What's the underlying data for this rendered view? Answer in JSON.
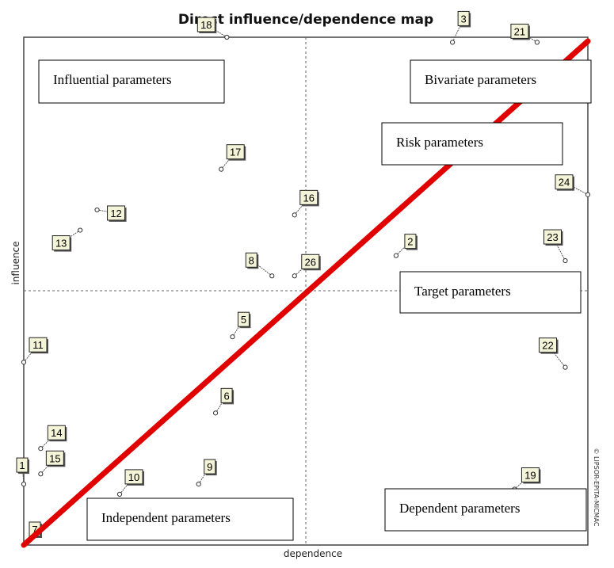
{
  "chart_data": {
    "type": "scatter",
    "title": "Direct influence/dependence map",
    "xlabel": "dependence",
    "ylabel": "influence",
    "credit": "© LIPSOR-EPITA-MICMAC",
    "grid": false,
    "line_color": "#e00000",
    "points": [
      {
        "label": "1",
        "x": 0.0,
        "y": 0.12
      },
      {
        "label": "2",
        "x": 0.66,
        "y": 0.57
      },
      {
        "label": "3",
        "x": 0.76,
        "y": 0.99
      },
      {
        "label": "5",
        "x": 0.37,
        "y": 0.41
      },
      {
        "label": "6",
        "x": 0.34,
        "y": 0.26
      },
      {
        "label": "7",
        "x": 0.0,
        "y": 0.0
      },
      {
        "label": "8",
        "x": 0.44,
        "y": 0.53
      },
      {
        "label": "9",
        "x": 0.31,
        "y": 0.12
      },
      {
        "label": "10",
        "x": 0.17,
        "y": 0.1
      },
      {
        "label": "11",
        "x": 0.0,
        "y": 0.36
      },
      {
        "label": "12",
        "x": 0.13,
        "y": 0.66
      },
      {
        "label": "13",
        "x": 0.1,
        "y": 0.62
      },
      {
        "label": "14",
        "x": 0.03,
        "y": 0.19
      },
      {
        "label": "15",
        "x": 0.03,
        "y": 0.14
      },
      {
        "label": "16",
        "x": 0.48,
        "y": 0.65
      },
      {
        "label": "17",
        "x": 0.35,
        "y": 0.74
      },
      {
        "label": "18",
        "x": 0.36,
        "y": 1.0
      },
      {
        "label": "19",
        "x": 0.87,
        "y": 0.11
      },
      {
        "label": "21",
        "x": 0.91,
        "y": 0.99
      },
      {
        "label": "22",
        "x": 0.96,
        "y": 0.35
      },
      {
        "label": "23",
        "x": 0.96,
        "y": 0.56
      },
      {
        "label": "24",
        "x": 1.0,
        "y": 0.69
      },
      {
        "label": "26",
        "x": 0.48,
        "y": 0.53
      }
    ],
    "quadrants": [
      {
        "label": "Influential parameters"
      },
      {
        "label": "Bivariate parameters"
      },
      {
        "label": "Risk parameters"
      },
      {
        "label": "Target parameters"
      },
      {
        "label": "Independent parameters"
      },
      {
        "label": "Dependent parameters"
      }
    ]
  }
}
